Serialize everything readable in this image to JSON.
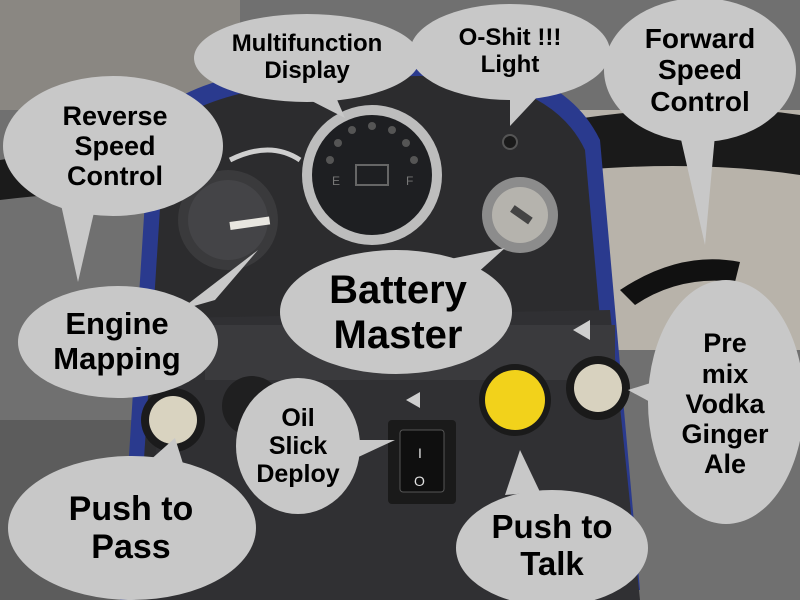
{
  "callouts": {
    "multifunction_display": [
      "Multifunction",
      "Display"
    ],
    "oshit_light": [
      "O-Shit !!!",
      "Light"
    ],
    "forward_speed": [
      "Forward",
      "Speed",
      "Control"
    ],
    "reverse_speed": [
      "Reverse",
      "Speed",
      "Control"
    ],
    "engine_mapping": [
      "Engine",
      "Mapping"
    ],
    "battery_master": [
      "Battery",
      "Master"
    ],
    "premix": [
      "Pre",
      "mix",
      "Vodka",
      "Ginger",
      "Ale"
    ],
    "oil_slick": [
      "Oil",
      "Slick",
      "Deploy"
    ],
    "push_to_pass": [
      "Push to",
      "Pass"
    ],
    "push_to_talk": [
      "Push to",
      "Talk"
    ]
  },
  "gauge": {
    "left_label": "E",
    "right_label": "F"
  },
  "switch": {
    "on_label": "I",
    "off_label": "O"
  },
  "colors": {
    "bubble": "#c8c8c8",
    "panel": "#2c2c2e",
    "panel_blue_trim": "#2b3a8f",
    "yellow_button": "#f2d21b",
    "cream_button": "#d8d2bf"
  }
}
